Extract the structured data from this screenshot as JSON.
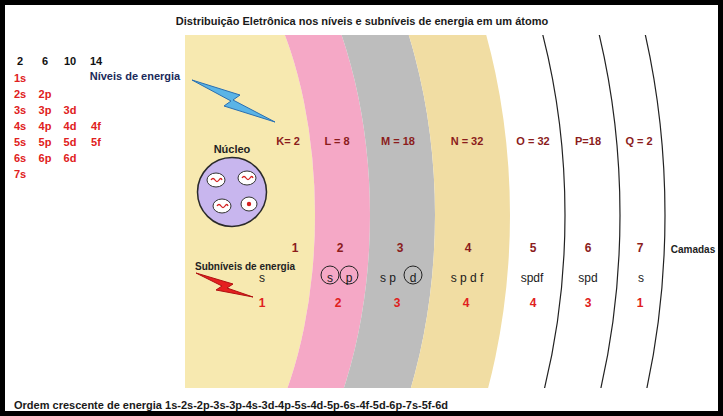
{
  "diagram": {
    "title": "Distribuição Eletrônica nos níveis e subníveis de energia em um átomo",
    "caption": "Ordem crescente de energia 1s-2s-2p-3s-3p-4s-3d-4p-5s-4d-5p-6s-4f-5d-6p-7s-5f-6d",
    "nodes": [
      {
        "text": [
          "K= 2",
          "1",
          "s",
          "1"
        ]
      },
      {
        "text": [
          "Núcleo"
        ],
        "in": 0
      },
      {
        "text": [
          "L = 8",
          "2",
          "s",
          "p",
          "2"
        ]
      },
      {
        "text": [
          "M = 18",
          "3",
          "s p",
          "d",
          "3"
        ]
      },
      {
        "text": [
          "N = 32",
          "4",
          "s p d f",
          "4"
        ]
      },
      {
        "text": [
          "O = 32",
          "5",
          "spdf",
          "4"
        ]
      },
      {
        "text": [
          "P=18",
          "6",
          "spd",
          "3"
        ]
      },
      {
        "text": [
          "Q = 2",
          "7",
          "s",
          "1"
        ]
      }
    ],
    "labels": [
      "Níveis de energia",
      "Subníveis de energia",
      "Camadas",
      "2",
      "6",
      "10",
      "14",
      "1s",
      "2s",
      "2p",
      "3s",
      "3p",
      "3d",
      "4s",
      "4p",
      "4d",
      "4f",
      "5s",
      "5p",
      "5d",
      "5f",
      "6s",
      "6p",
      "6d",
      "7s"
    ]
  }
}
